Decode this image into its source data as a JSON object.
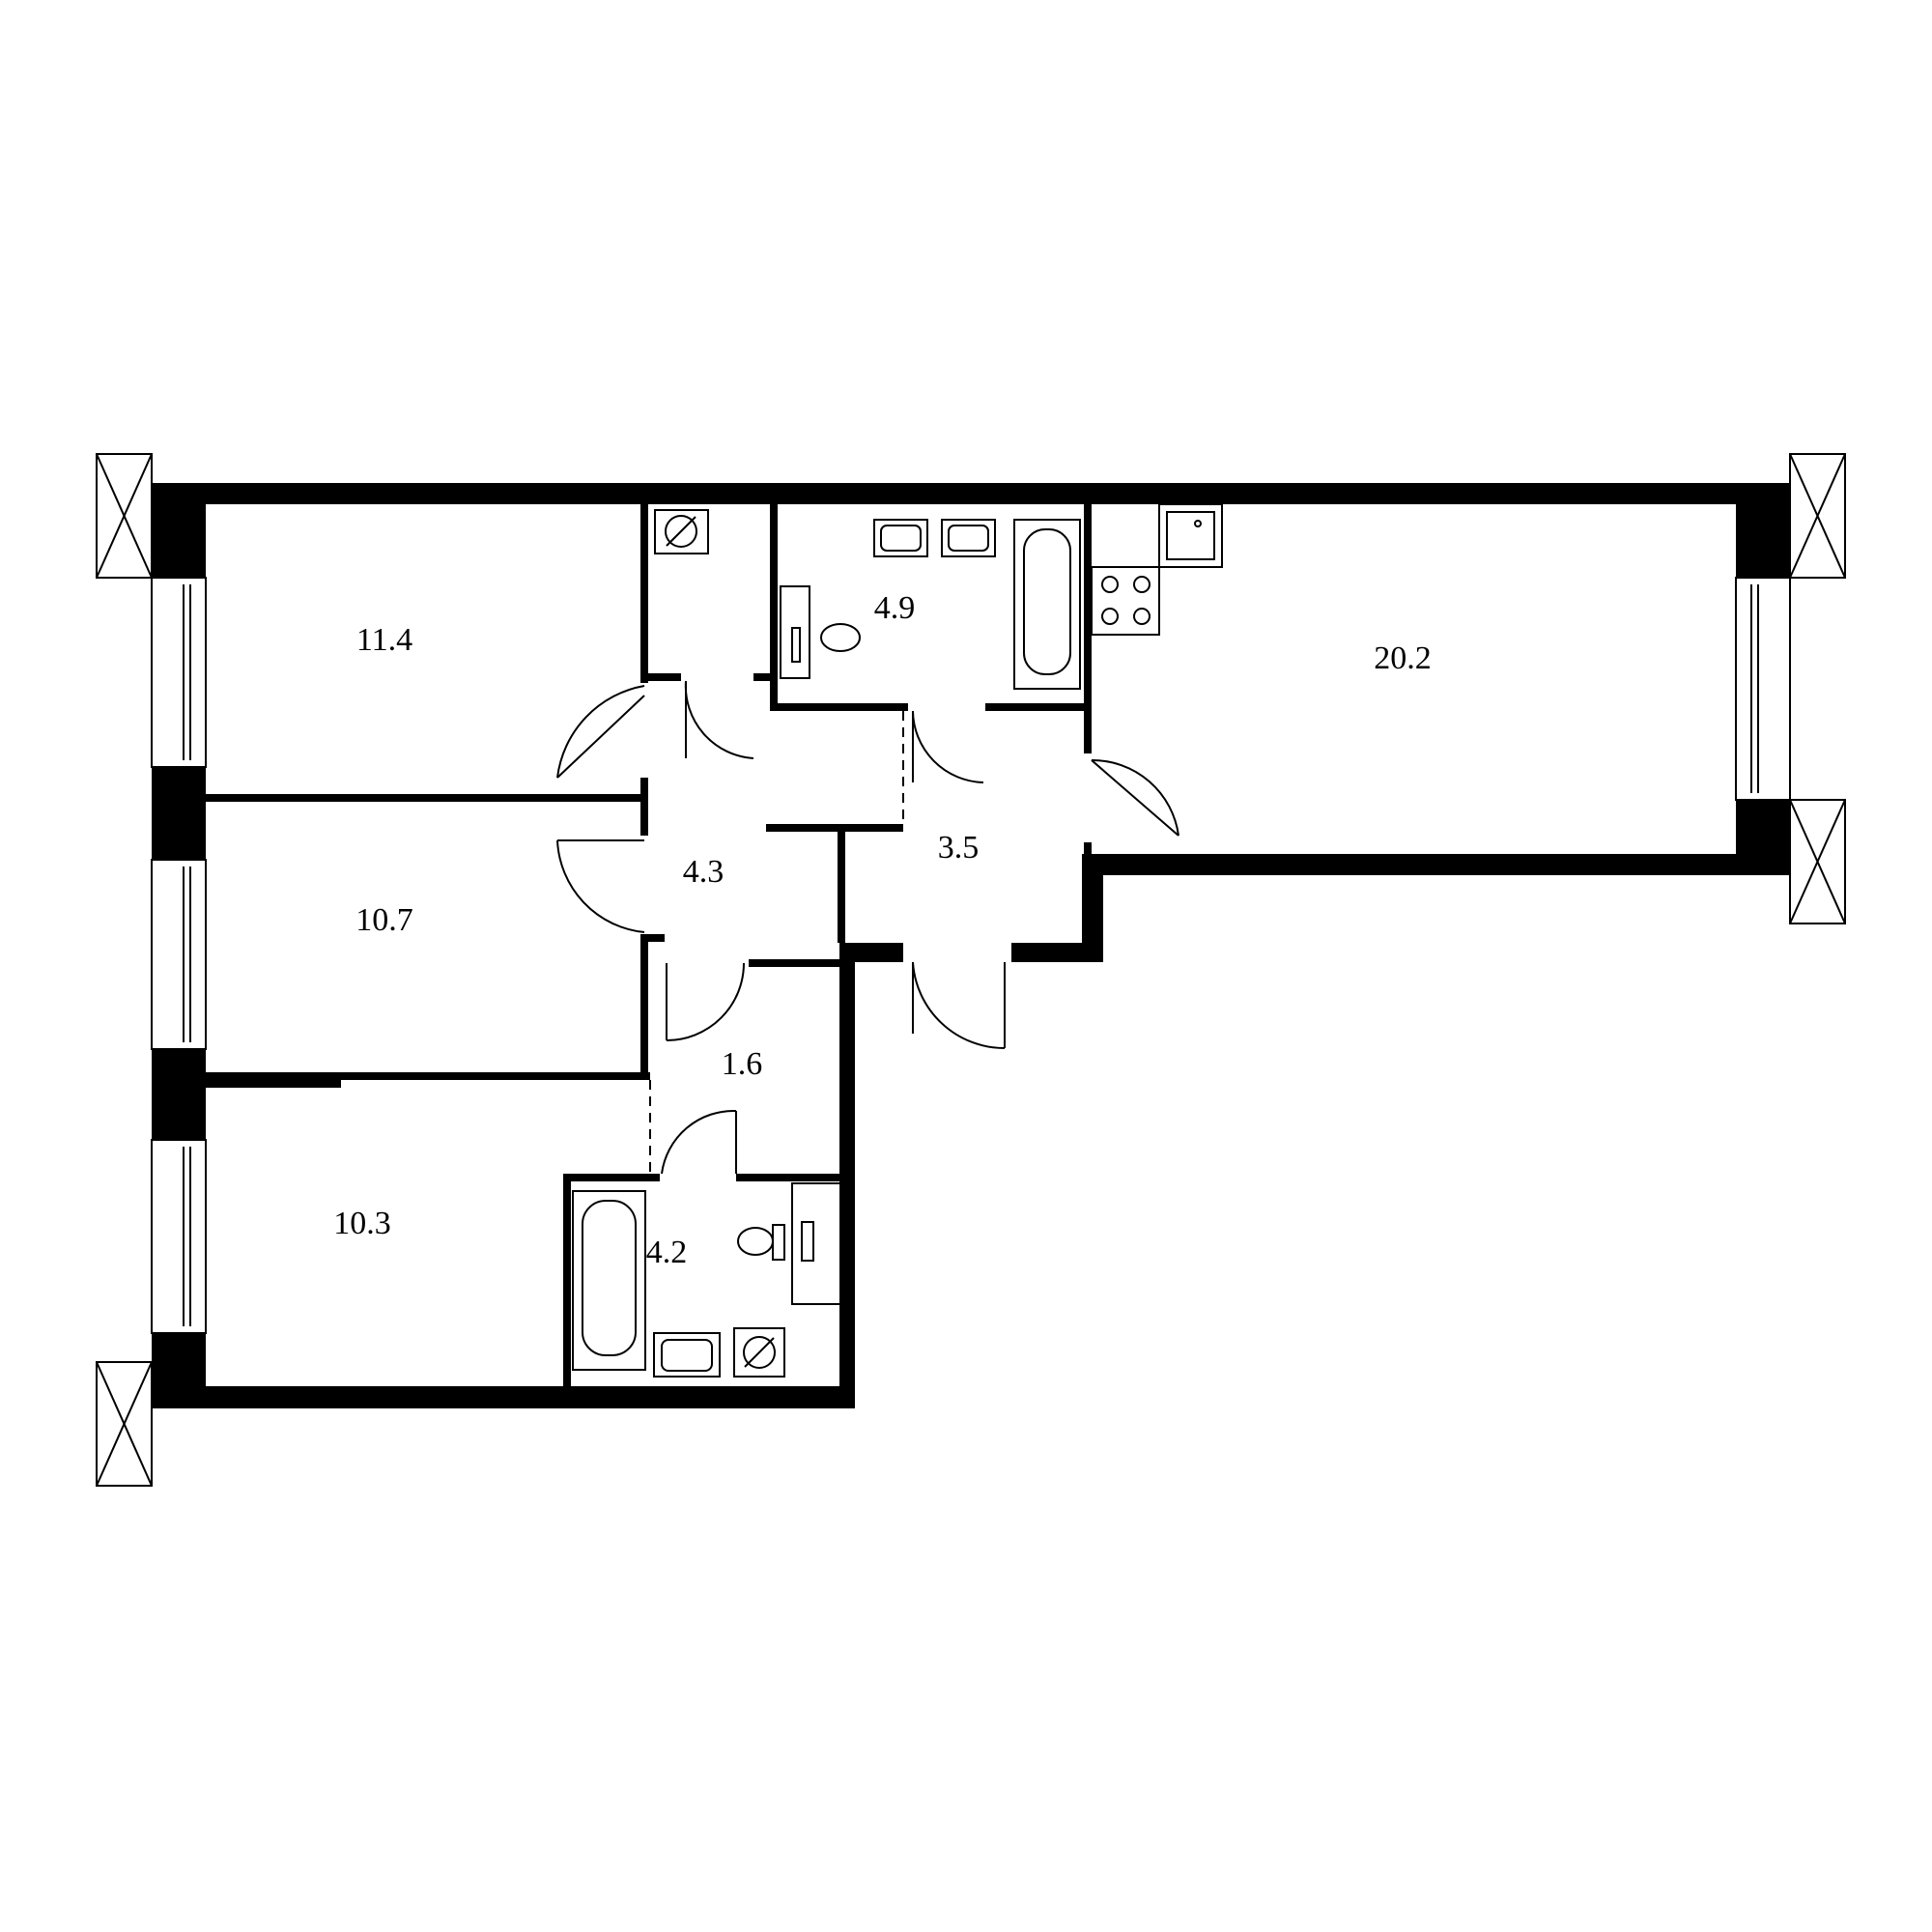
{
  "rooms": [
    {
      "id": "bedroom-1",
      "area": "11.4"
    },
    {
      "id": "bedroom-2",
      "area": "10.7"
    },
    {
      "id": "bedroom-3",
      "area": "10.3"
    },
    {
      "id": "hallway",
      "area": "4.3"
    },
    {
      "id": "entrance-hall",
      "area": "3.5"
    },
    {
      "id": "corridor",
      "area": "1.6"
    },
    {
      "id": "bathroom-1",
      "area": "4.9"
    },
    {
      "id": "bathroom-2",
      "area": "4.2"
    },
    {
      "id": "kitchen-living",
      "area": "20.2"
    }
  ],
  "colors": {
    "wall": "#000000",
    "background": "#ffffff"
  }
}
